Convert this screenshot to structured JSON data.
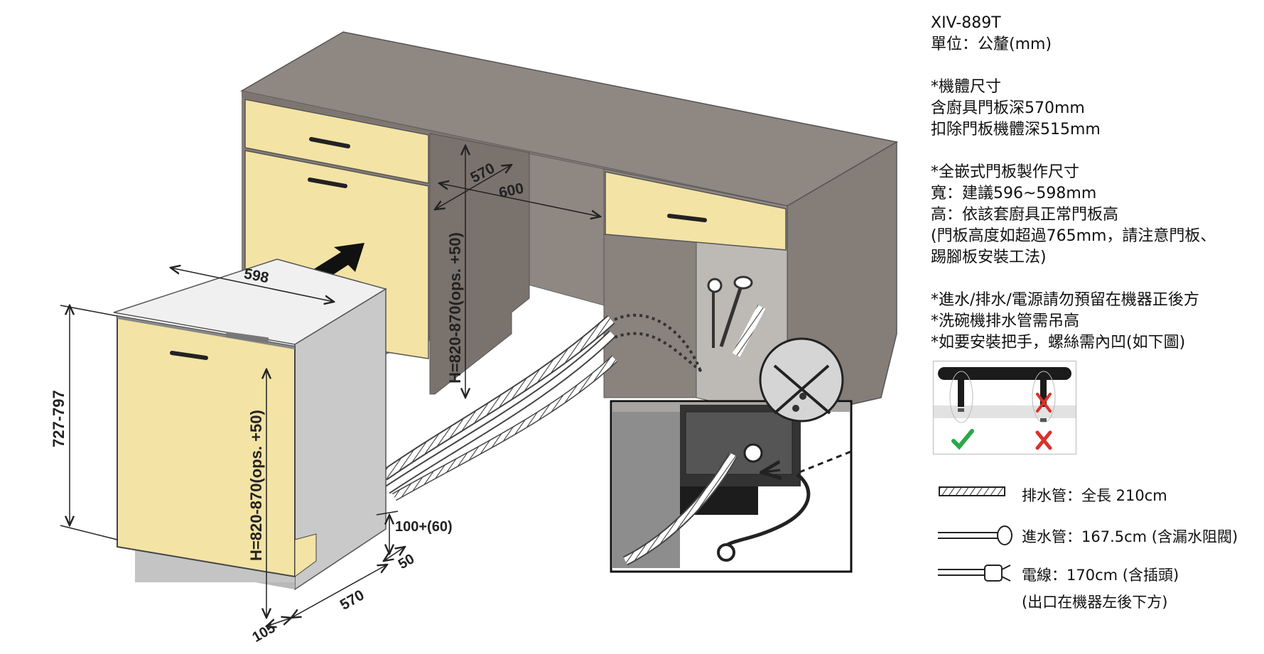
{
  "spec": {
    "model": "XIV-889T",
    "unit": "單位：公釐(mm)",
    "body_size_title": "*機體尺寸",
    "depth_with_panel": "含廚具門板深570mm",
    "depth_without_panel": "扣除門板機體深515mm",
    "panel_title": "*全嵌式門板製作尺寸",
    "panel_width": "寬：建議596~598mm",
    "panel_height": "高：依該套廚具正常門板高",
    "panel_note_1": "(門板高度如超過765mm，請注意門板、",
    "panel_note_2": "踢腳板安裝工法)",
    "note_1": "*進水/排水/電源請勿預留在機器正後方",
    "note_2": "*洗碗機排水管需吊高",
    "note_3": "*如要安裝把手，螺絲需內凹(如下圖)"
  },
  "legend": {
    "drain": "排水管：全長 210cm",
    "inlet": "進水管：167.5cm (含漏水阻閥)",
    "power": "電線：170cm (含插頭)",
    "power_note": "(出口在機器左後下方)"
  },
  "dimensions": {
    "d570_top": "570",
    "d600": "600",
    "h_cabinet": "H=820-870(ops. +50)",
    "w598": "598",
    "h727": "727-797",
    "h_machine": "H=820-870(ops. +50)",
    "d100": "100+(60)",
    "d50": "50",
    "d570_bottom": "570",
    "d105": "105"
  },
  "colors": {
    "cabinet": "#8f8781",
    "panel": "#f3e3a5",
    "machine_side": "#c9c9c9",
    "check": "#2aa84a",
    "cross": "#d9322b"
  }
}
